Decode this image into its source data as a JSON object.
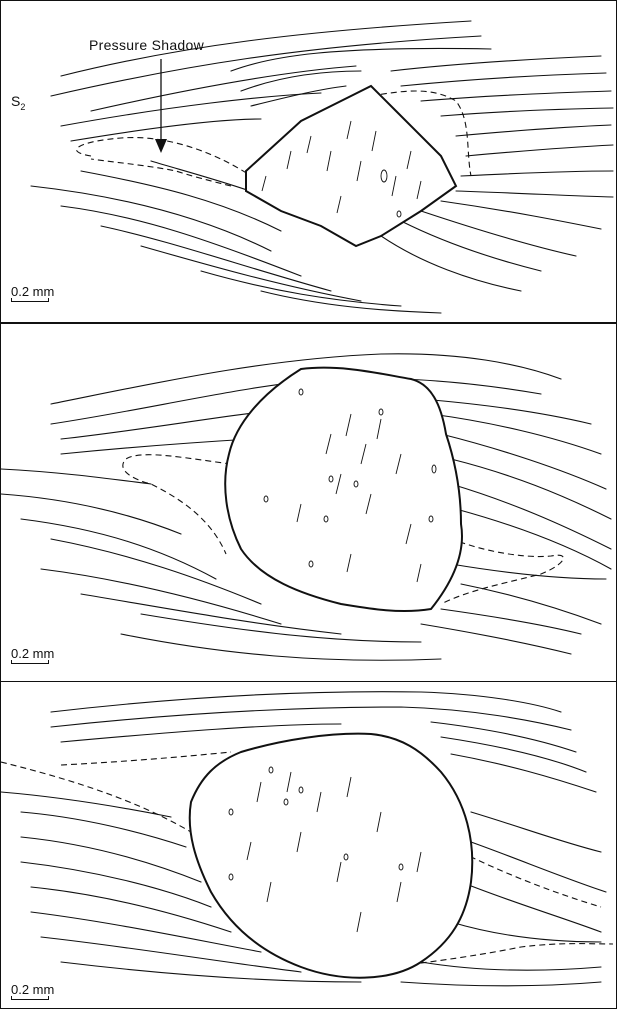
{
  "figure": {
    "panels": [
      {
        "label_arrow": "Pressure Shadow",
        "foliation_label": "S",
        "foliation_subscript": "2",
        "scale_label": "0.2 mm"
      },
      {
        "scale_label": "0.2 mm"
      },
      {
        "scale_label": "0.2 mm"
      }
    ]
  }
}
